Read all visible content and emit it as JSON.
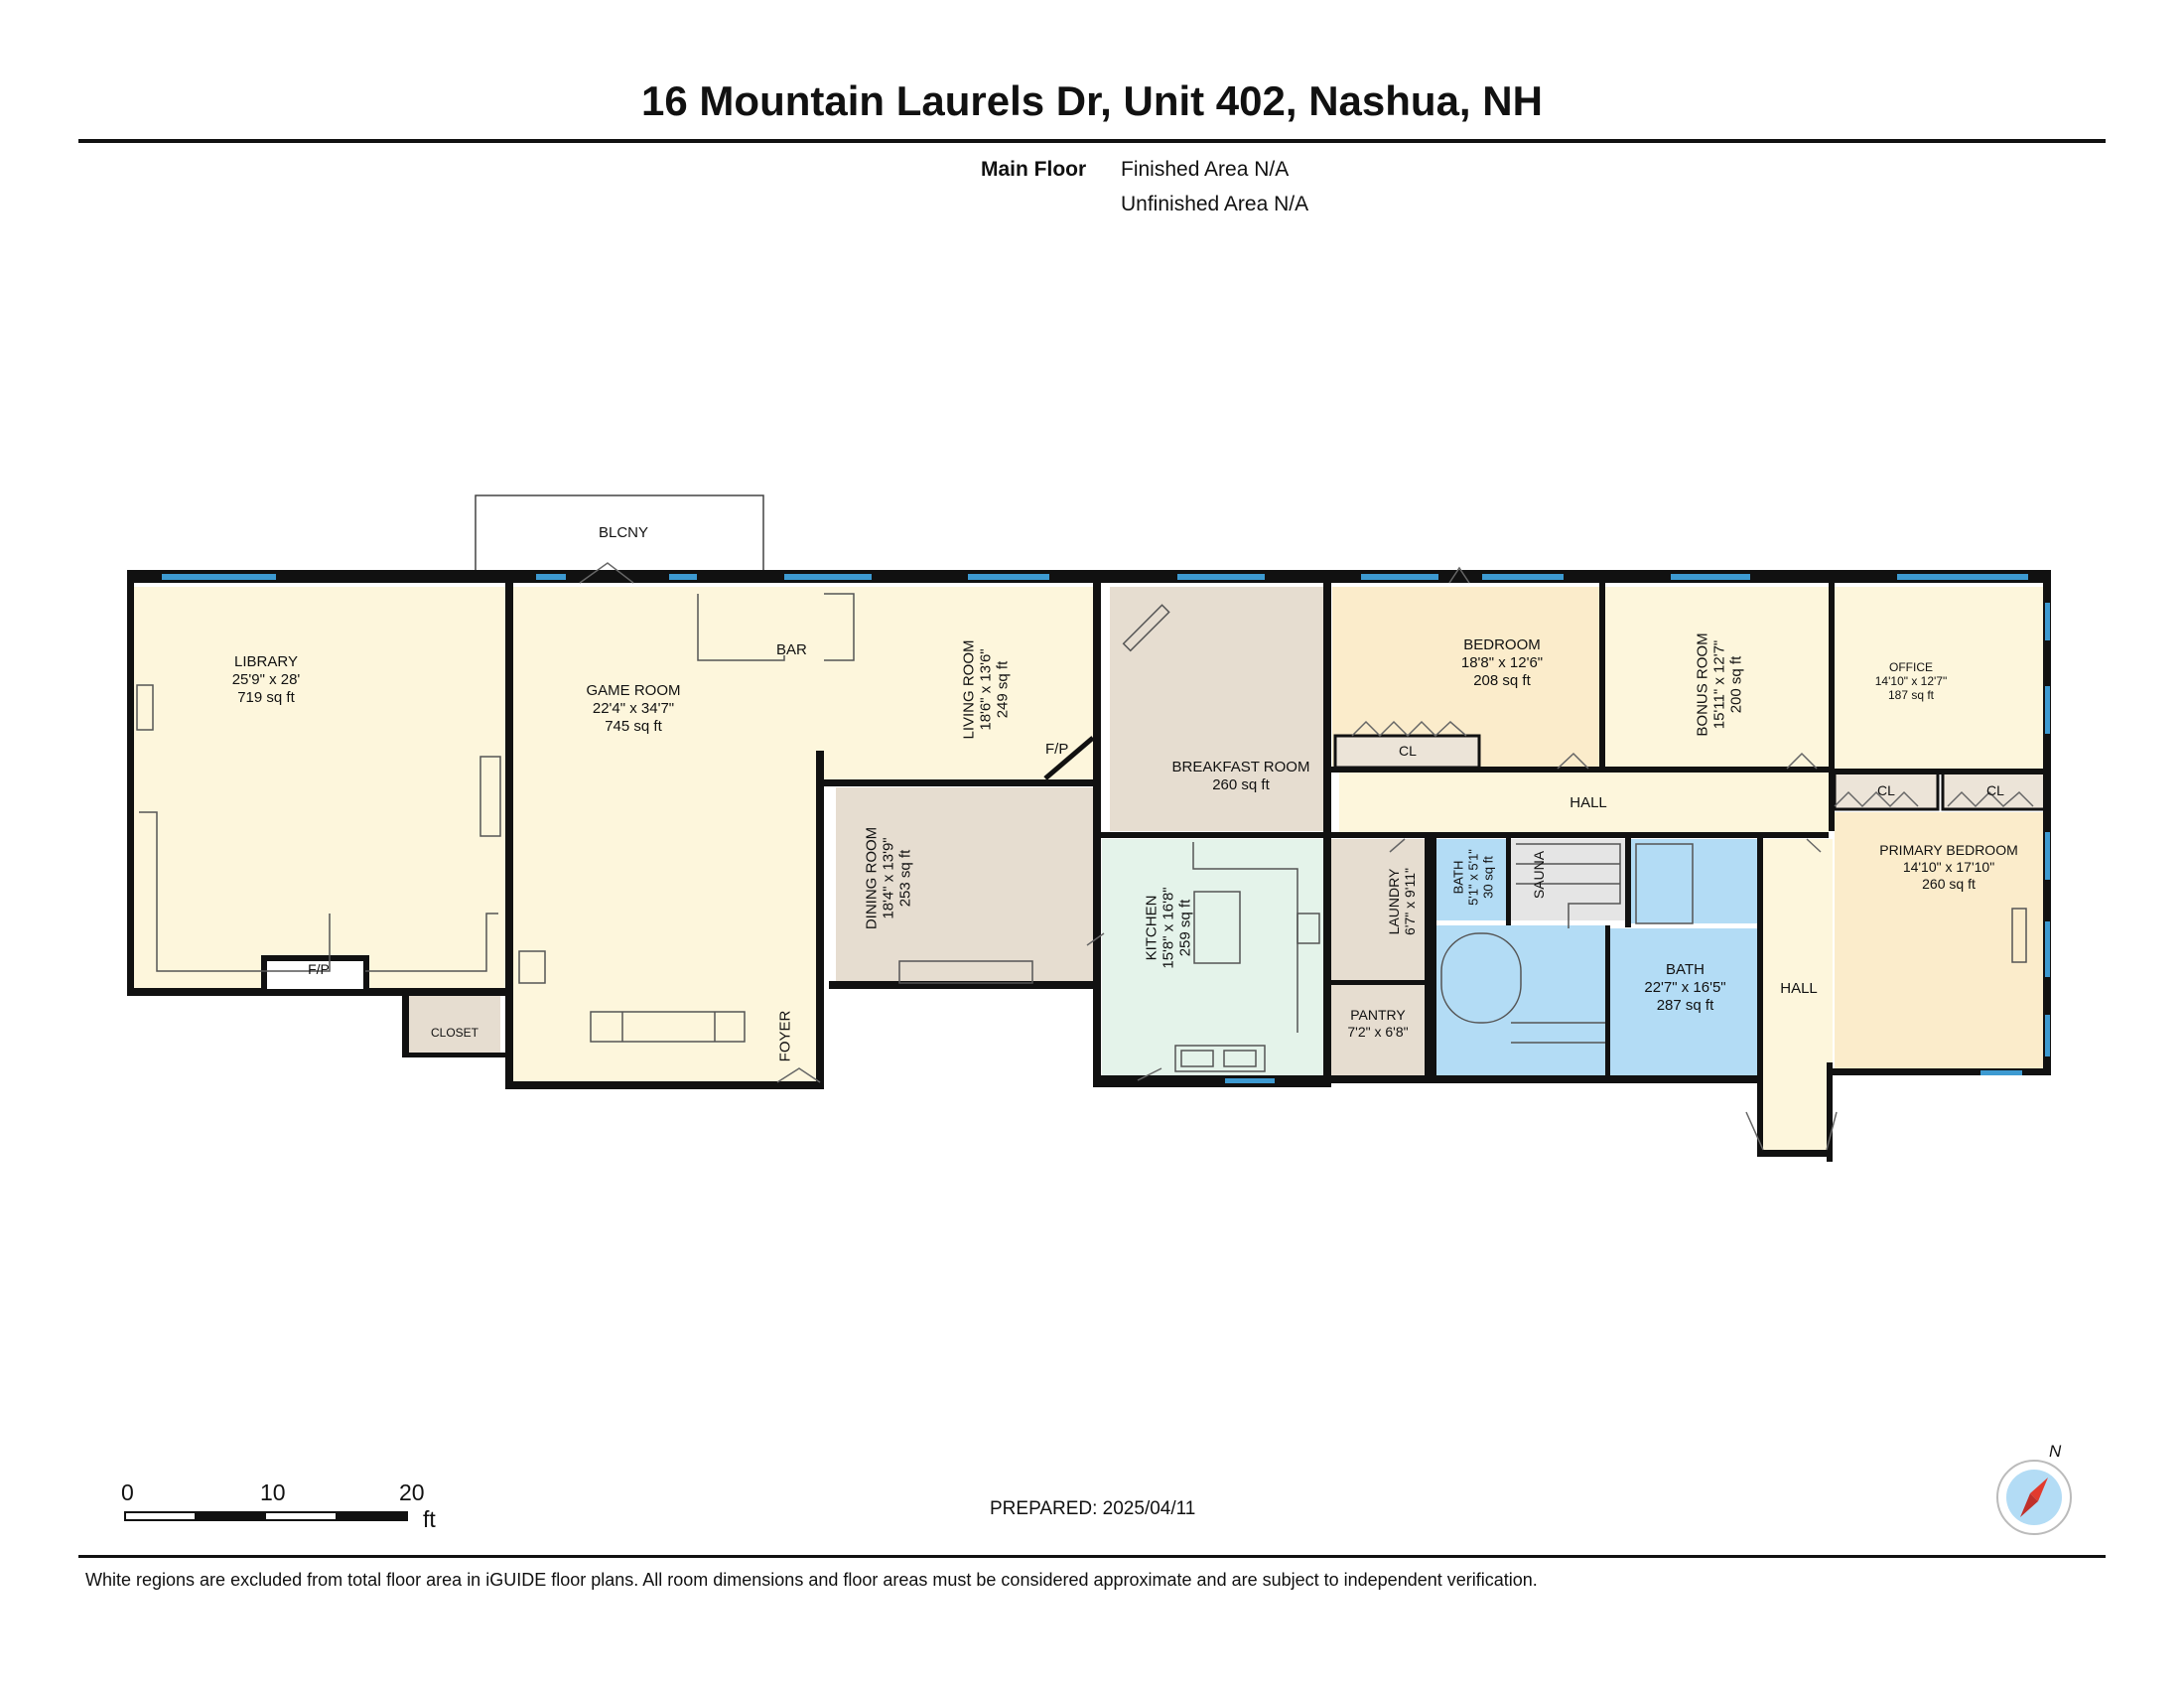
{
  "header": {
    "title": "16 Mountain Laurels Dr, Unit 402, Nashua, NH",
    "floor_name": "Main Floor",
    "finished_area": "Finished Area N/A",
    "unfinished_area": "Unfinished Area N/A"
  },
  "rooms": {
    "balcony": {
      "name": "BLCNY"
    },
    "library": {
      "name": "LIBRARY",
      "dims": "25'9\" x 28'",
      "area": "719 sq ft"
    },
    "game_room": {
      "name": "GAME ROOM",
      "dims": "22'4\" x 34'7\"",
      "area": "745 sq ft"
    },
    "bar": {
      "name": "BAR"
    },
    "living_room": {
      "name": "LIVING ROOM",
      "dims": "18'6\" x 13'6\"",
      "area": "249 sq ft"
    },
    "breakfast_room": {
      "name": "BREAKFAST ROOM",
      "area": "260 sq ft"
    },
    "bedroom": {
      "name": "BEDROOM",
      "dims": "18'8\" x 12'6\"",
      "area": "208 sq ft"
    },
    "bedroom_closet": {
      "name": "CL"
    },
    "bonus_room": {
      "name": "BONUS ROOM",
      "dims": "15'11\" x 12'7\"",
      "area": "200 sq ft"
    },
    "office": {
      "name": "OFFICE",
      "dims": "14'10\" x 12'7\"",
      "area": "187 sq ft"
    },
    "office_closet_1": {
      "name": "CL"
    },
    "office_closet_2": {
      "name": "CL"
    },
    "hall_upper": {
      "name": "HALL"
    },
    "hall_side": {
      "name": "HALL"
    },
    "primary_bedroom": {
      "name": "PRIMARY BEDROOM",
      "dims": "14'10\" x 17'10\"",
      "area": "260 sq ft"
    },
    "dining_room": {
      "name": "DINING ROOM",
      "dims": "18'4\" x 13'9\"",
      "area": "253 sq ft"
    },
    "kitchen": {
      "name": "KITCHEN",
      "dims": "15'8\" x 16'8\"",
      "area": "259 sq ft"
    },
    "laundry": {
      "name": "LAUNDRY",
      "dims": "6'7\" x 9'11\""
    },
    "small_bath": {
      "name": "BATH",
      "dims": "5'1\" x 5'1\"",
      "area": "30 sq ft"
    },
    "sauna": {
      "name": "SAUNA"
    },
    "bath": {
      "name": "BATH",
      "dims": "22'7\" x 16'5\"",
      "area": "287 sq ft"
    },
    "pantry": {
      "name": "PANTRY",
      "dims": "7'2\" x 6'8\""
    },
    "closet": {
      "name": "CLOSET"
    },
    "foyer": {
      "name": "FOYER"
    },
    "fireplace_library": {
      "name": "F/P"
    },
    "fireplace_living": {
      "name": "F/P"
    }
  },
  "scale_bar": {
    "ticks": [
      "0",
      "10",
      "20"
    ],
    "unit": "ft"
  },
  "compass": {
    "letter": "N"
  },
  "footer": {
    "prepared": "PREPARED: 2025/04/11",
    "disclaimer": "White regions are excluded from total floor area in iGUIDE floor plans. All room dimensions and floor areas must be considered approximate and are subject to independent verification."
  },
  "colors": {
    "wall": "#111111",
    "window": "#3d9ad1",
    "cream": "#fdf6dc",
    "bedroom": "#fbeccb",
    "taupe": "#e6ddd0",
    "kitchen": "#e4f3ea",
    "bath": "#b3dcf5",
    "sauna": "#e5e5e5",
    "closet": "#ece4d8"
  }
}
